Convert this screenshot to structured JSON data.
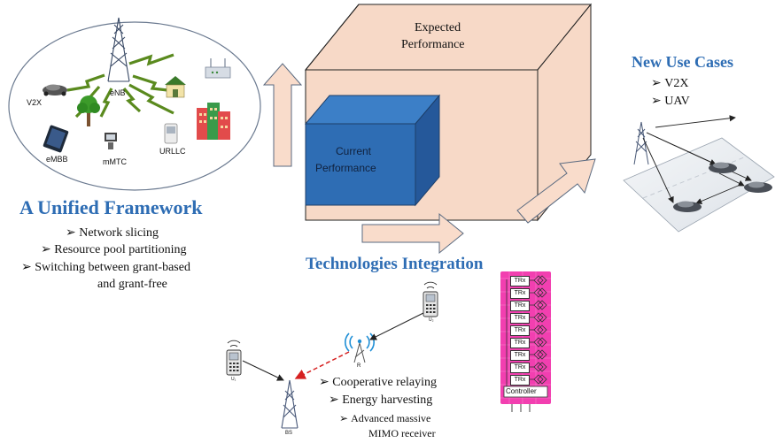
{
  "framework": {
    "title": "A Unified Framework",
    "bullets": [
      "Network slicing",
      "Resource pool partitioning",
      "Switching between grant-based",
      "and grant-free"
    ],
    "nodes": {
      "v2x": "V2X",
      "enb": "eNB",
      "embb": "eMBB",
      "mmtc": "mMTC",
      "urllc": "URLLC"
    }
  },
  "cube": {
    "expected": [
      "Expected",
      "Performance"
    ],
    "current": [
      "Current",
      "Performance"
    ]
  },
  "use_cases": {
    "title": "New Use Cases",
    "bullets": [
      "V2X",
      "UAV"
    ]
  },
  "tech": {
    "title": "Technologies Integration",
    "bullets": [
      "Cooperative relaying",
      "Energy harvesting",
      "Advanced massive",
      "MIMO receiver"
    ],
    "labels": {
      "u1": "U₁",
      "u2": "U₂",
      "r": "R",
      "bs": "BS"
    },
    "trx_label": "TRx",
    "controller_label": "Controller"
  },
  "bullet_glyph": "➢",
  "colors": {
    "heading_blue": "#2e6db4",
    "cube_face": "#f7d9c7",
    "current_blue": "#2e6db4",
    "arrow_fill": "#f9dccb",
    "link_green": "#5a8a1e",
    "mimo_pink": "#f23fb0",
    "relay_red": "#d62020"
  }
}
